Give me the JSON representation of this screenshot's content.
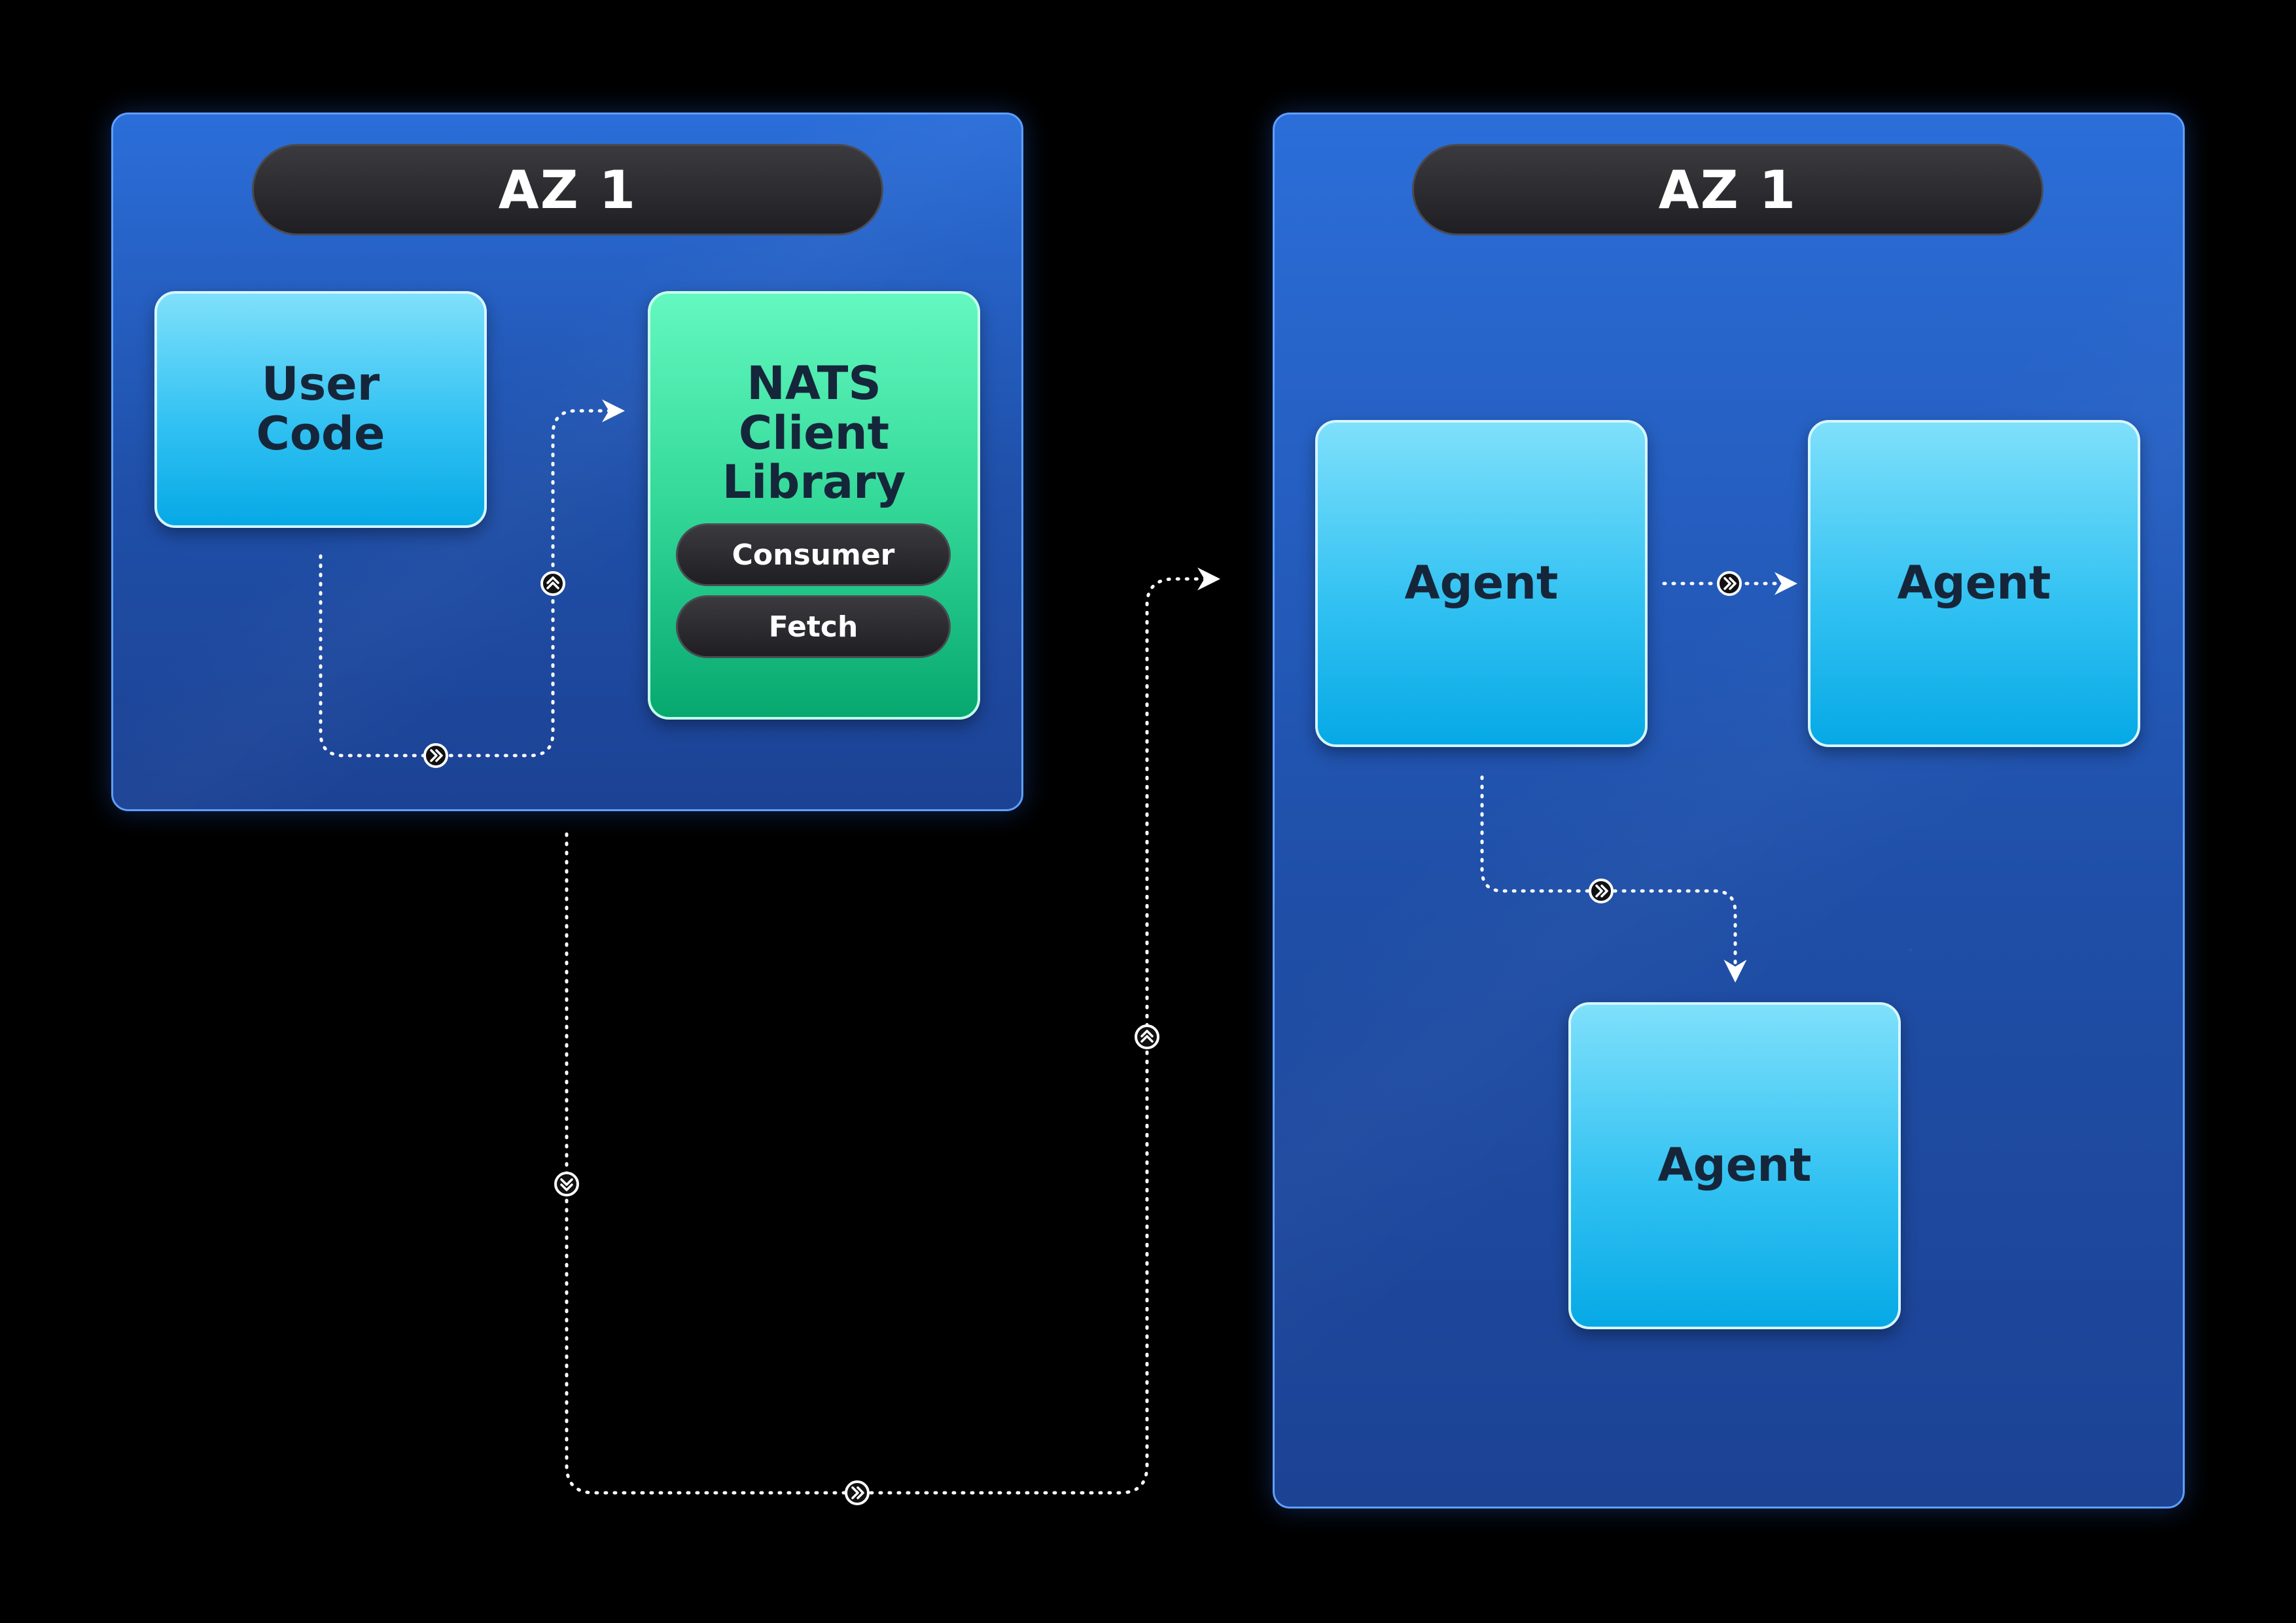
{
  "zones": [
    {
      "title": "AZ 1"
    },
    {
      "title": "AZ 1"
    }
  ],
  "boxes": {
    "user_code": {
      "line1": "User",
      "line2": "Code"
    },
    "nats": {
      "line1": "NATS",
      "line2": "Client",
      "line3": "Library",
      "consumer": "Consumer",
      "fetch": "Fetch"
    },
    "agent_top_left": "Agent",
    "agent_top_right": "Agent",
    "agent_bottom": "Agent"
  },
  "colors": {
    "background": "#000000",
    "zone": "#2459c4",
    "zone_border": "#5fa0ff",
    "box_blue": "#33c2f2",
    "box_green": "#33d898",
    "pill": "#2a2a2e",
    "connector": "#ffffff"
  },
  "icons": {
    "connector_marker": "chevron-in-circle-icon",
    "arrowhead": "arrowhead-icon"
  }
}
